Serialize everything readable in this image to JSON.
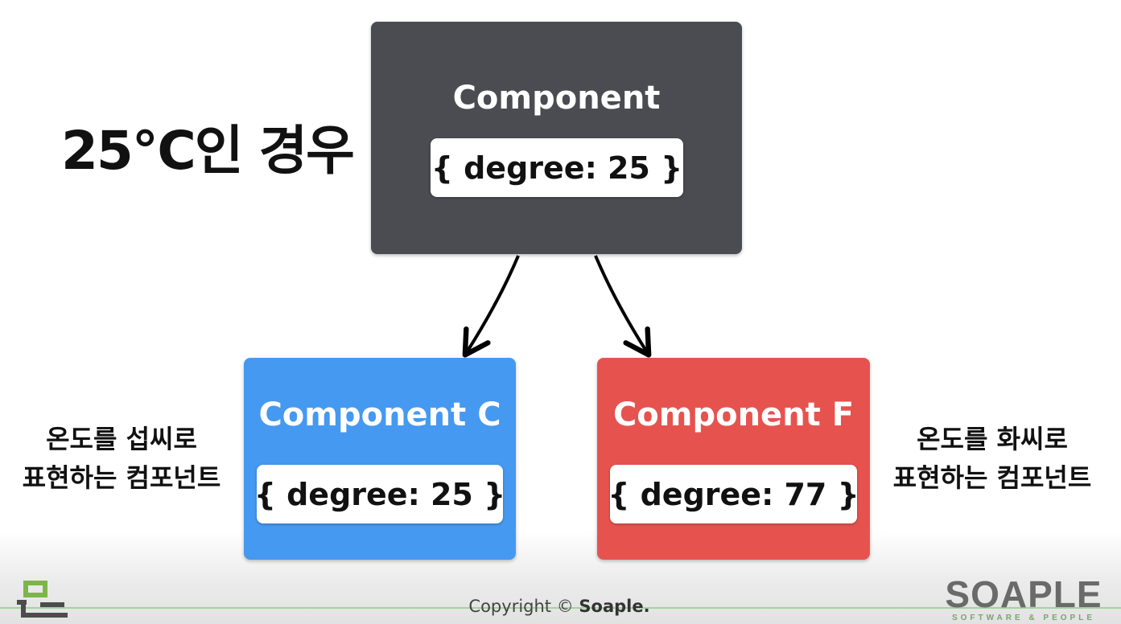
{
  "heading": "25℃인 경우",
  "parent_node": {
    "title": "Component",
    "state": "{ degree: 25 }",
    "color": "#4a4c52"
  },
  "child_nodes": [
    {
      "title": "Component C",
      "state": "{ degree: 25 }",
      "color": "#4599f0",
      "description_line1": "온도를 섭씨로",
      "description_line2": "표현하는 컴포넌트"
    },
    {
      "title": "Component F",
      "state": "{ degree: 77 }",
      "color": "#e6534f",
      "description_line1": "온도를 화씨로",
      "description_line2": "표현하는 컴포넌트"
    }
  ],
  "footer": {
    "copyright_prefix": "Copyright © ",
    "copyright_brand": "Soaple.",
    "logo_wordmark": "SOAPLE",
    "logo_tagline": "SOFTWARE & PEOPLE",
    "logo_icon": "soaple-mark-icon"
  }
}
